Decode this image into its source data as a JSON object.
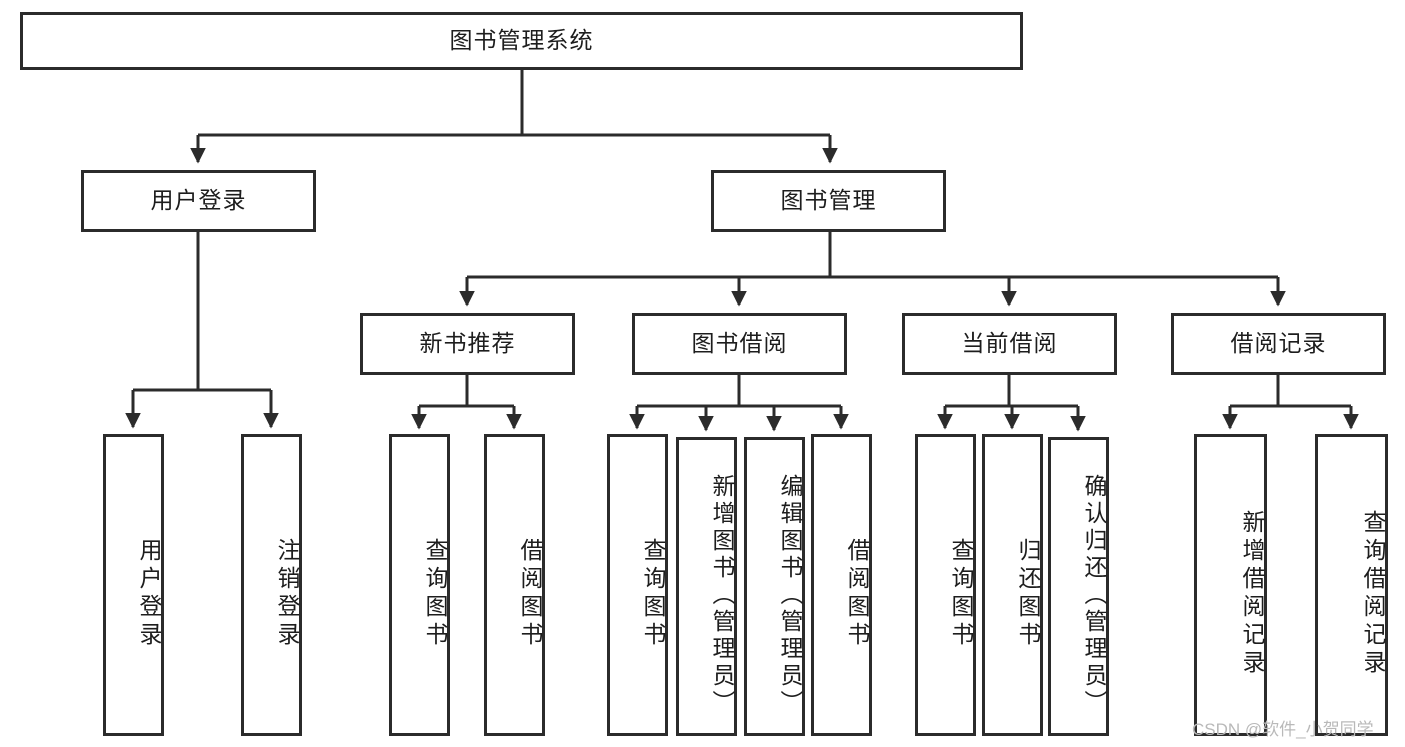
{
  "diagram": {
    "type": "tree-hierarchy",
    "title": "图书管理系统",
    "watermark": "CSDN @软件_小贺同学",
    "colors": {
      "box_border": "#2b2b2b",
      "box_fill": "#ffffff",
      "connector": "#2b2b2b",
      "text": "#1d1d1d",
      "watermark": "#b9b9b9",
      "background": "#ffffff"
    },
    "root": {
      "label": "图书管理系统"
    },
    "level2": [
      {
        "label": "用户登录"
      },
      {
        "label": "图书管理"
      }
    ],
    "level3": [
      {
        "label": "新书推荐"
      },
      {
        "label": "图书借阅"
      },
      {
        "label": "当前借阅"
      },
      {
        "label": "借阅记录"
      }
    ],
    "leaves": {
      "user_login": [
        {
          "label": "用户登录"
        },
        {
          "label": "注销登录"
        }
      ],
      "new_book_recommend": [
        {
          "label": "查询图书"
        },
        {
          "label": "借阅图书"
        }
      ],
      "book_borrow": [
        {
          "label": "查询图书"
        },
        {
          "label": "新增图书（管理员）"
        },
        {
          "label": "编辑图书（管理员）"
        },
        {
          "label": "借阅图书"
        }
      ],
      "current_borrow": [
        {
          "label": "查询图书"
        },
        {
          "label": "归还图书"
        },
        {
          "label": "确认归还（管理员）"
        }
      ],
      "borrow_record": [
        {
          "label": "新增借阅记录"
        },
        {
          "label": "查询借阅记录"
        }
      ]
    }
  }
}
